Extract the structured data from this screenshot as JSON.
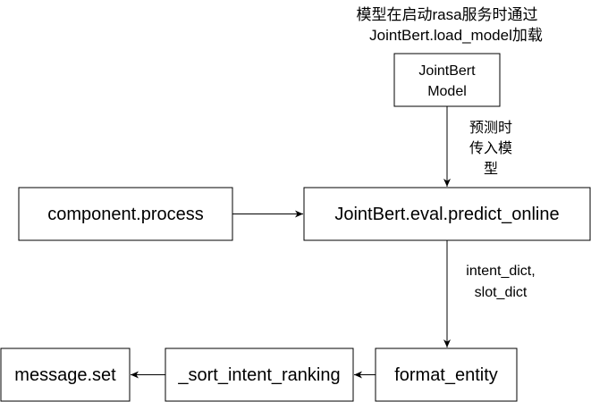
{
  "diagram": {
    "annotations": {
      "top_note": [
        "模型在启动rasa服务时通过",
        "JointBert.load_model加载"
      ],
      "model_edge": [
        "预测时",
        "传入模",
        "型"
      ],
      "predict_edge": [
        "intent_dict,",
        "slot_dict"
      ]
    },
    "nodes": {
      "jointbert_model": [
        "JointBert",
        "Model"
      ],
      "component_process": "component.process",
      "predict_online": "JointBert.eval.predict_online",
      "format_entity": "format_entity",
      "sort_intent_ranking": "_sort_intent_ranking",
      "message_set": "message.set"
    },
    "colors": {
      "stroke": "#000000",
      "fill": "#ffffff",
      "text": "#000000"
    }
  }
}
